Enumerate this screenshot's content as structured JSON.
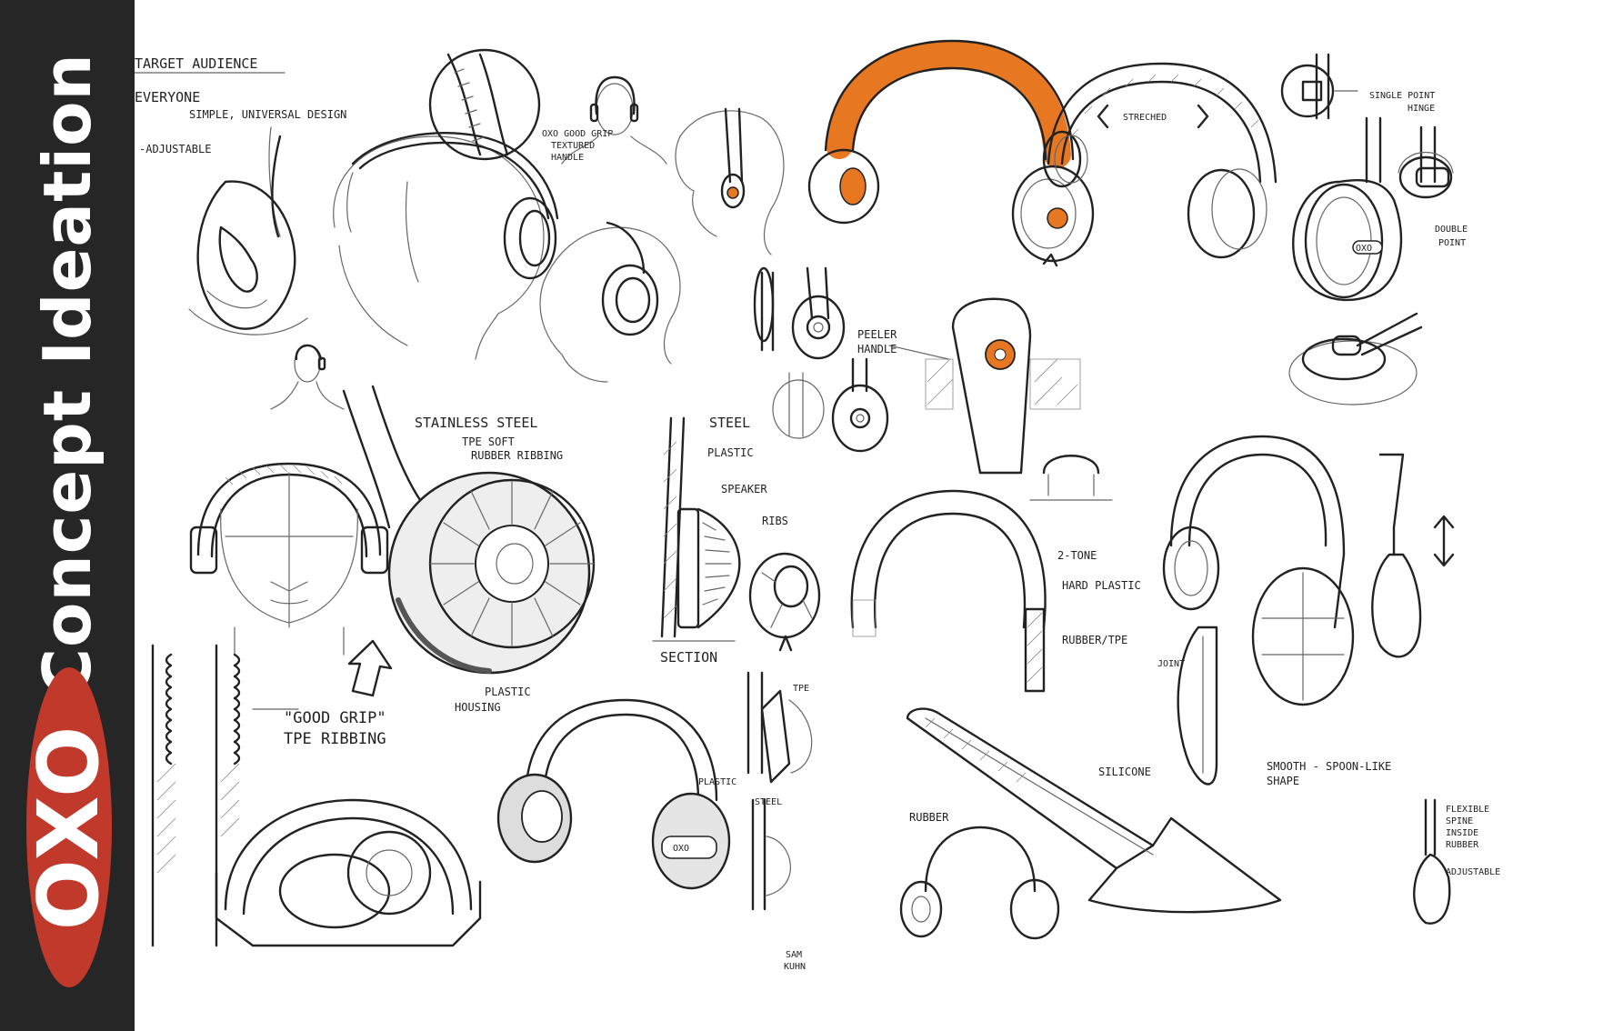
{
  "sidebar": {
    "title": "Concept Ideation",
    "logo_text": "OXO",
    "background_color": "#262626",
    "logo_color": "#c0392b"
  },
  "accent_color": "#e87722",
  "annotations": {
    "target_audience": "TARGET AUDIENCE",
    "everyone": "EVERYONE",
    "simple_universal": "SIMPLE, UNIVERSAL DESIGN",
    "adjustable": "-ADJUSTABLE",
    "oxo_good_grip_1": "OXO GOOD GRIP",
    "oxo_good_grip_2": "TEXTURED",
    "oxo_good_grip_3": "HANDLE",
    "stainless_steel": "STAINLESS STEEL",
    "tpe_soft_1": "TPE SOFT",
    "tpe_soft_2": "RUBBER RIBBING",
    "good_grip_1": "\"GOOD GRIP\"",
    "good_grip_2": "TPE RIBBING",
    "plastic_housing_1": "PLASTIC",
    "plastic_housing_2": "HOUSING",
    "section_steel": "STEEL",
    "section_plastic": "PLASTIC",
    "section_speaker": "SPEAKER",
    "section_ribs": "RIBS",
    "section_label": "SECTION",
    "tpe_small": "TPE",
    "plastic_small": "PLASTIC",
    "steel_small": "STEEL",
    "signature_1": "SAM",
    "signature_2": "KUHN",
    "peeler_1": "PEELER",
    "peeler_2": "HANDLE",
    "streched": "STRECHED",
    "single_point_1": "SINGLE POINT",
    "single_point_2": "HINGE",
    "double_point_1": "DOUBLE",
    "double_point_2": "POINT",
    "two_tone": "2-TONE",
    "hard_plastic": "HARD PLASTIC",
    "rubber_tpe": "RUBBER/TPE",
    "joint": "JOINT",
    "smooth_1": "SMOOTH - SPOON-LIKE",
    "smooth_2": "SHAPE",
    "silicone": "SILICONE",
    "rubber": "RUBBER",
    "flexible_1": "FLEXIBLE",
    "flexible_2": "SPINE",
    "flexible_3": "INSIDE",
    "flexible_4": "RUBBER",
    "flexible_5": "ADJUSTABLE",
    "oxo_badge_1": "OXO",
    "oxo_badge_2": "OXO"
  }
}
